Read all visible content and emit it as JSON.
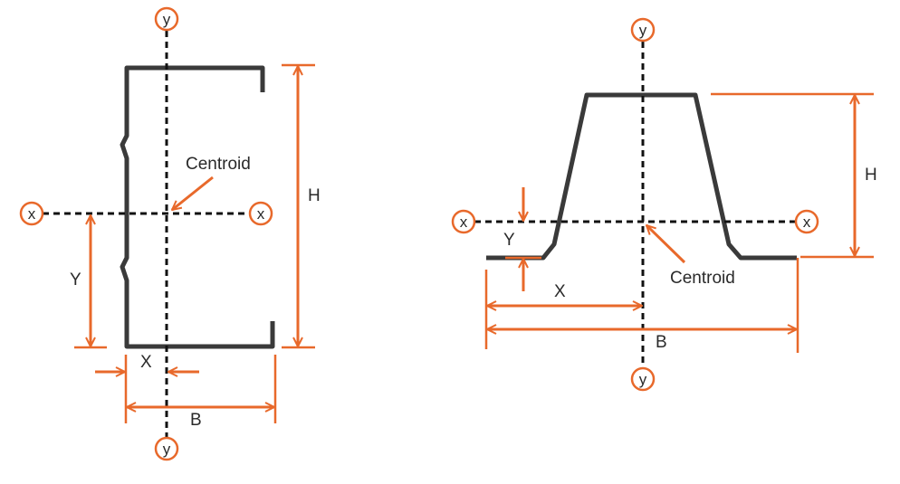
{
  "colors": {
    "accent": "#e8692b",
    "profile": "#3a3a3a",
    "axis": "#111111"
  },
  "left_section": {
    "axis_y_top": "y",
    "axis_y_bottom": "y",
    "axis_x_left": "x",
    "axis_x_right": "x",
    "centroid_label": "Centroid",
    "height_label": "H",
    "width_label": "B",
    "offset_x_label": "X",
    "offset_y_label": "Y"
  },
  "right_section": {
    "axis_y_top": "y",
    "axis_y_bottom": "y",
    "axis_x_left": "x",
    "axis_x_right": "x",
    "centroid_label": "Centroid",
    "height_label": "H",
    "width_label": "B",
    "offset_x_label": "X",
    "offset_y_label": "Y"
  }
}
